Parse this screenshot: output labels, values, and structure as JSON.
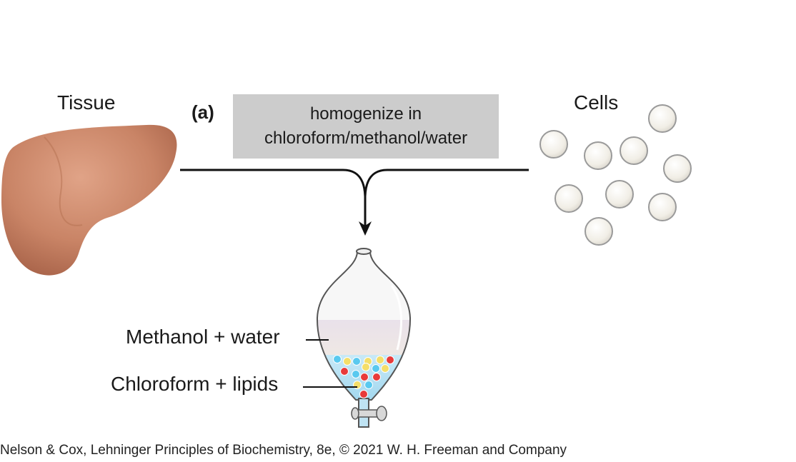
{
  "panel_label": "(a)",
  "tissue_label": "Tissue",
  "cells_label": "Cells",
  "step": {
    "line1": "homogenize in",
    "line2": "chloroform/methanol/water"
  },
  "layers": {
    "upper": "Methanol + water",
    "lower": "Chloroform + lipids"
  },
  "credit": "Nelson & Cox, Lehninger Principles of Biochemistry, 8e, © 2021 W. H. Freeman and Company",
  "colors": {
    "liver": "#c47f63",
    "box": "#cccccc",
    "cell_fill": "#f3f1ea",
    "cell_stroke": "#9a9a9a",
    "upper_layer": "#e6dfe8",
    "lower_layer": "#bfe3f3",
    "lipid_red": "#e83a3a",
    "lipid_yellow": "#f4de69",
    "lipid_cyan": "#59c9ef"
  }
}
